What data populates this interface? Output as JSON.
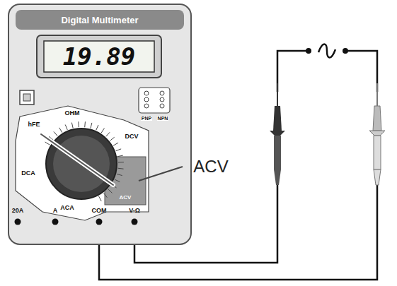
{
  "diagram": {
    "labels": [
      "Digital Multimeter",
      "19.89",
      "hFE",
      "OHM",
      "PNP",
      "NPN",
      "DCV",
      "DCA",
      "ACA",
      "ACV",
      "ACV",
      "20A",
      "A",
      "COM",
      "V-Ω"
    ]
  }
}
